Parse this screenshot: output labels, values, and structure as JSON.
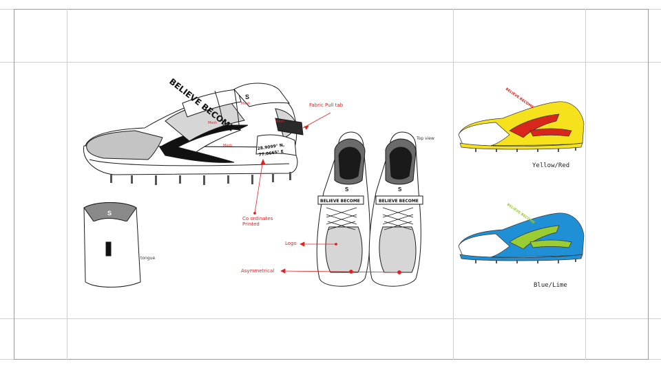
{
  "colors": {
    "annotation_red": "#e02020",
    "outline": "#1a1a1a",
    "mesh_grey": "#b8b8b8",
    "yellow": "#f5e21c",
    "red": "#d9261c",
    "blue": "#1f8fd6",
    "lime": "#9acd32"
  },
  "side_view": {
    "branding": "BELIEVE BECOME",
    "mesh_labels": [
      "Mesh",
      "Mesh",
      "Mesh"
    ],
    "coordinates": [
      "28.9099° N,",
      "77.0665° E"
    ]
  },
  "annotations": {
    "fabric_pull_tab": "Fabric Pull tab",
    "coordinates_printed": [
      "Co ordinates",
      "Printed"
    ],
    "logo": "Logo",
    "asymmetrical": "Asymmetrical",
    "top_view": "Top view",
    "tongue": "tongue"
  },
  "top_view": {
    "strap_text": [
      "BELIEVE BECOME",
      "BELIEVE BECOME"
    ]
  },
  "colorways": [
    {
      "label": "Yellow/Red",
      "icon": "shoe-yellow-red"
    },
    {
      "label": "Blue/Lime",
      "icon": "shoe-blue-lime"
    }
  ]
}
